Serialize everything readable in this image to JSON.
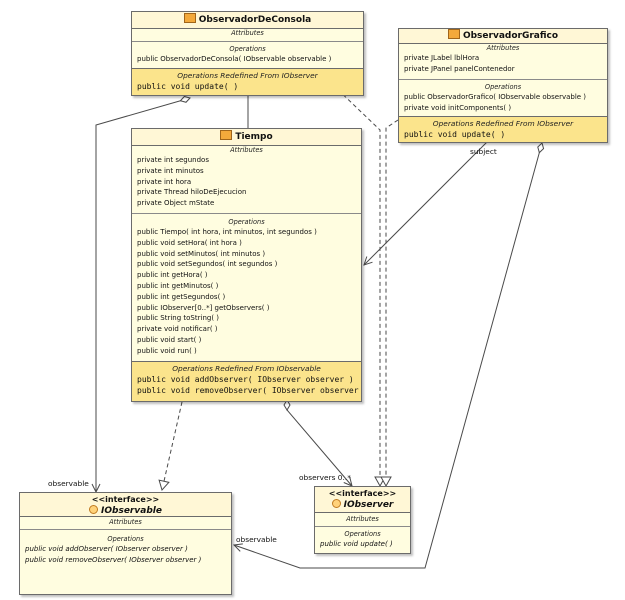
{
  "classes": {
    "consola": {
      "name": "ObservadorDeConsola",
      "attributes_caption": "Attributes",
      "operations_caption": "Operations",
      "operations": [
        "public ObservadorDeConsola( IObservable observable )"
      ],
      "redefined_caption": "Operations Redefined From IObserver",
      "redefined": [
        "public void  update( )"
      ]
    },
    "grafico": {
      "name": "ObservadorGrafico",
      "attributes_caption": "Attributes",
      "attributes": [
        "private JLabel lblHora",
        "private JPanel panelContenedor"
      ],
      "operations_caption": "Operations",
      "operations": [
        "public ObservadorGrafico( IObservable observable )",
        "private void  initComponents( )"
      ],
      "redefined_caption": "Operations Redefined From IObserver",
      "redefined": [
        "public void  update( )"
      ]
    },
    "tiempo": {
      "name": "Tiempo",
      "attributes_caption": "Attributes",
      "attributes": [
        "private int segundos",
        "private int minutos",
        "private int hora",
        "private Thread hiloDeEjecucion",
        "private Object mState"
      ],
      "operations_caption": "Operations",
      "operations": [
        "public Tiempo( int hora, int minutos, int segundos )",
        "public void  setHora( int hora )",
        "public void  setMinutos( int minutos )",
        "public void  setSegundos( int segundos )",
        "public int  getHora(  )",
        "public int  getMinutos(  )",
        "public int  getSegundos(  )",
        "public IObserver[0..*]  getObservers(  )",
        "public String  toString(  )",
        "private void  notificar(  )",
        "public void  start(  )",
        "public void  run(  )"
      ],
      "redefined_caption": "Operations Redefined From IObservable",
      "redefined": [
        "public void  addObserver( IObserver observer )",
        "public void  removeObserver( IObserver observer )"
      ]
    },
    "iobservable": {
      "stereotype": "<<interface>>",
      "name": "IObservable",
      "attributes_caption": "Attributes",
      "operations_caption": "Operations",
      "operations": [
        "public void  addObserver( IObserver observer )",
        "public void  removeObserver( IObserver observer )"
      ]
    },
    "iobserver": {
      "stereotype": "<<interface>>",
      "name": "IObserver",
      "attributes_caption": "Attributes",
      "operations_caption": "Operations",
      "operations": [
        "public void  update(  )"
      ]
    }
  },
  "relations": {
    "consola_observable": "observable",
    "grafico_subject": "subject",
    "tiempo_observers": "observers  0..*",
    "grafico_observable": "observable"
  },
  "colors": {
    "class_fill": "#fffde0",
    "header_fill": "#fff7d6",
    "redefined_fill": "#fbe48c",
    "line": "#4a4a4a"
  }
}
